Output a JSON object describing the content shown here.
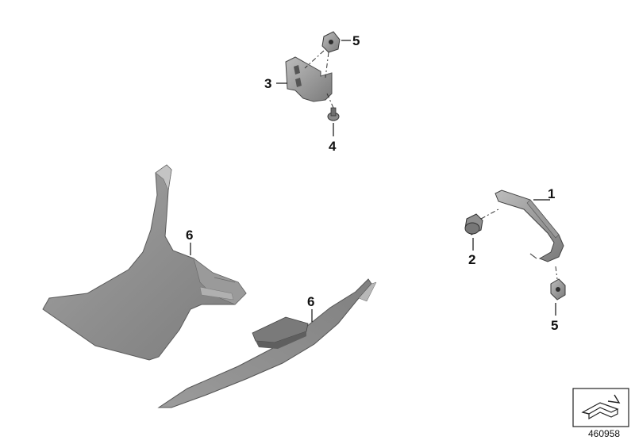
{
  "diagram": {
    "diagram_id": "460958",
    "callouts": {
      "bracket_right": "1",
      "screw_right": "2",
      "bracket_top": "3",
      "screw_top": "4",
      "clip_nut_top": "5",
      "clip_nut_right": "5",
      "panel_left": "6",
      "panel_right": "6"
    }
  }
}
